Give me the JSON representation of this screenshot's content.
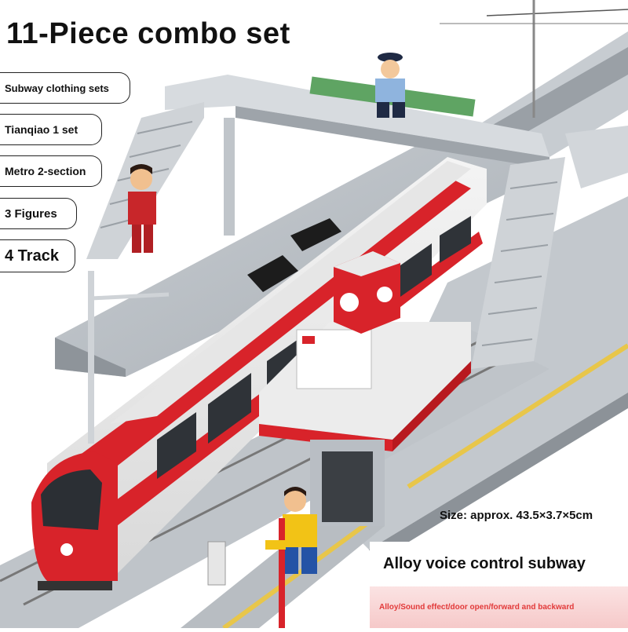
{
  "headline": "11-Piece combo set",
  "features": [
    "Subway clothing sets",
    "Tianqiao 1 set",
    "Metro 2-section",
    "3 Figures",
    "4 Track"
  ],
  "size_text": "Size: approx. 43.5×3.7×5cm",
  "product_name": "Alloy voice control subway",
  "sub_caption": "Alloy/Sound effect/door open/forward and backward",
  "colors": {
    "train_red": "#d8232a",
    "platform_gray": "#b9bec4",
    "caption_red": "#e23a3a",
    "caption_bg": "#f6c9c9"
  }
}
